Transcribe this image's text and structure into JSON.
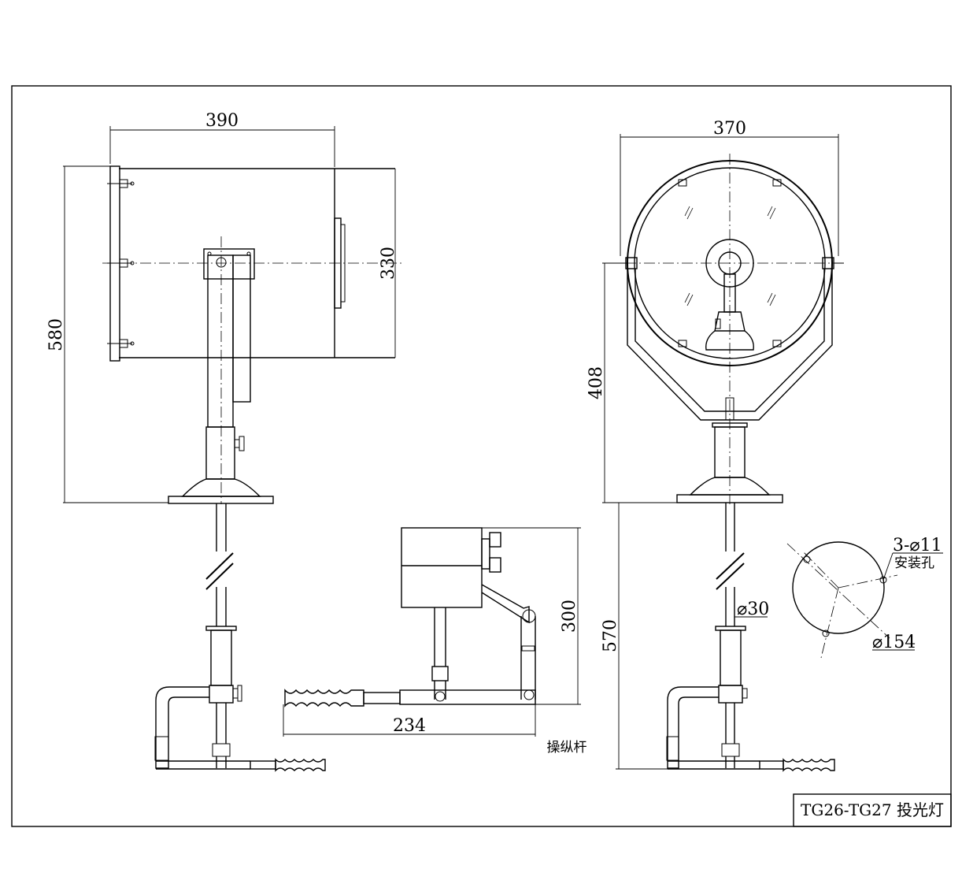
{
  "dimensions": {
    "side_width": "390",
    "side_height": "580",
    "lamp_depth": "330",
    "front_width": "370",
    "front_height": "408",
    "post_length": "570",
    "lever_height": "300",
    "lever_length": "234",
    "rod_diameter": "⌀30",
    "hole_spec": "3-⌀11",
    "hole_label": "安装孔",
    "bolt_circle": "⌀154"
  },
  "labels": {
    "lever_caption": "操纵杆"
  },
  "title_block": {
    "text": "TG26-TG27 投光灯"
  }
}
